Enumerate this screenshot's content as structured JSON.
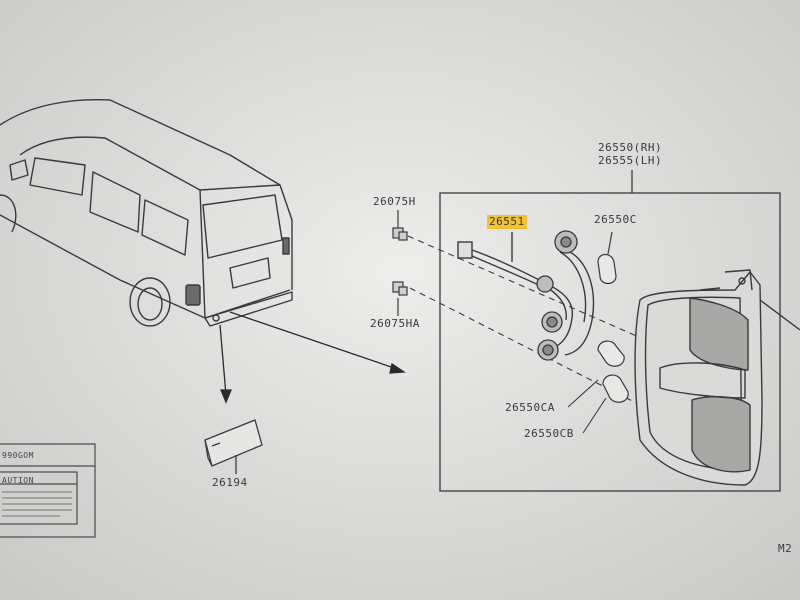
{
  "diagram": {
    "colors": {
      "background": "#d8d8d6",
      "line": "#3a3a3a",
      "highlight": "#f2c233"
    },
    "labels": {
      "assembly_rh": "26550(RH)",
      "assembly_lh": "26555(LH)",
      "clip_upper": "26075H",
      "clip_lower": "26075HA",
      "harness": "26551",
      "bulb_top": "26550C",
      "bulb_ca": "26550CA",
      "bulb_cb": "26550CB",
      "side_marker": "26194",
      "panel_code": "990GOM",
      "panel_caution": "AUTION",
      "page_code": "M2"
    }
  }
}
